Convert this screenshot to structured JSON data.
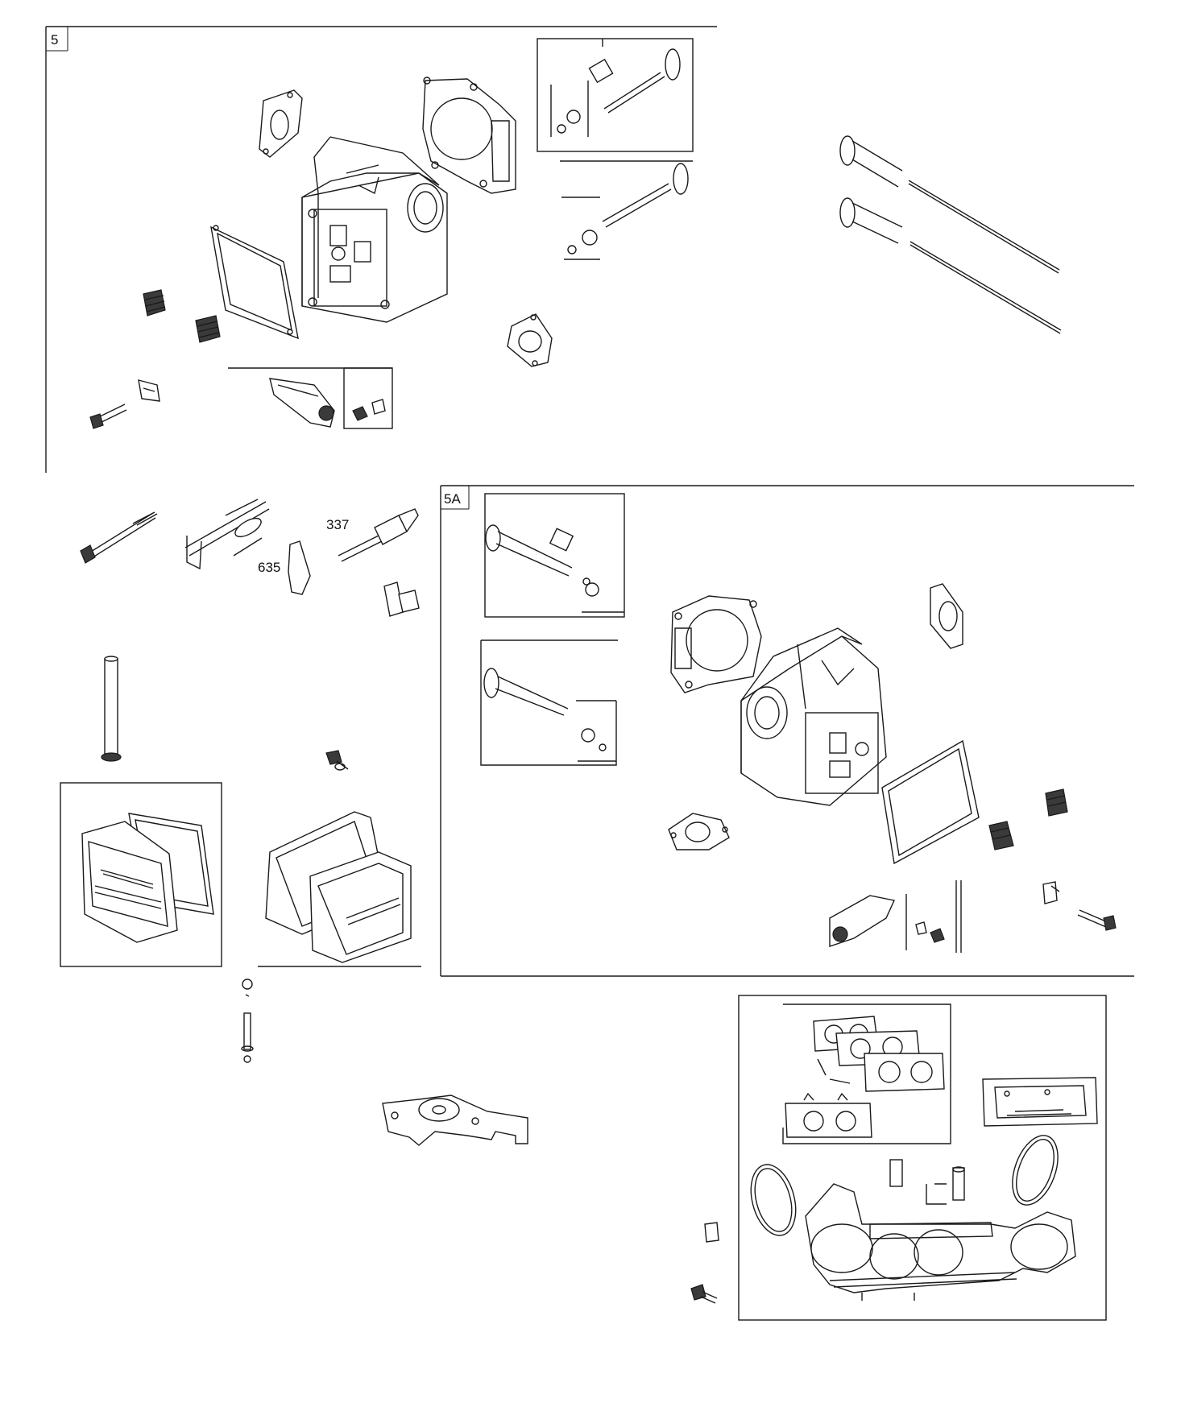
{
  "sections": [
    {
      "id": "section-5",
      "label": "5"
    },
    {
      "id": "section-5a",
      "label": "5A"
    }
  ],
  "callouts": [
    {
      "id": "spark-plug",
      "label": "337"
    },
    {
      "id": "spark-plug-boot",
      "label": "635"
    }
  ]
}
